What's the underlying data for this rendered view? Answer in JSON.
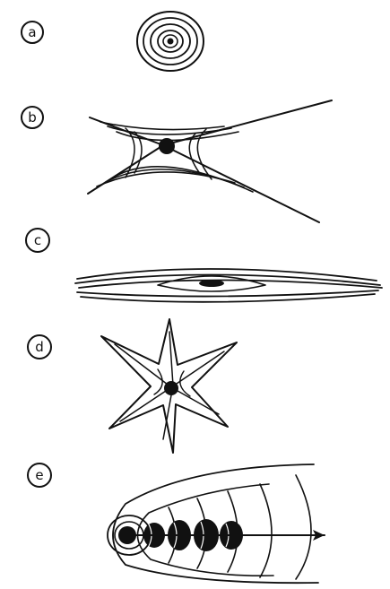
{
  "panels": [
    {
      "label": "a",
      "name": "concentric-rings"
    },
    {
      "label": "b",
      "name": "x-shaped-web"
    },
    {
      "label": "c",
      "name": "elongated-streaks"
    },
    {
      "label": "d",
      "name": "six-point-star"
    },
    {
      "label": "e",
      "name": "parabolic-wake-with-arrow"
    }
  ],
  "colors": {
    "ink": "#111111",
    "paper": "#ffffff"
  }
}
